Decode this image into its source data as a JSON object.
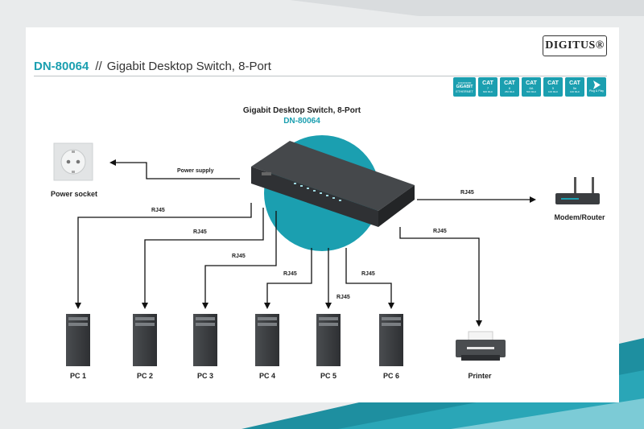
{
  "brand": {
    "logo": "DIGITUS®"
  },
  "header": {
    "model": "DN-80064",
    "separator": "//",
    "title": "Gigabit Desktop Switch, 8-Port"
  },
  "badges": [
    {
      "line1": "GIGABIT",
      "line2": "ETHERNET",
      "line3": "10/100/1000",
      "icon": "gigabit-ethernet-badge"
    },
    {
      "line1": "CAT",
      "line2": "7",
      "line3": "600 MHz",
      "icon": "cat7-badge"
    },
    {
      "line1": "CAT",
      "line2": "6",
      "line3": "250 MHz",
      "icon": "cat6-badge"
    },
    {
      "line1": "CAT",
      "line2": "6A",
      "line3": "500 MHz",
      "icon": "cat6a-badge"
    },
    {
      "line1": "CAT",
      "line2": "5",
      "line3": "100 MHz",
      "icon": "cat5-badge"
    },
    {
      "line1": "CAT",
      "line2": "5e",
      "line3": "100 MHz",
      "icon": "cat5e-badge"
    },
    {
      "line1": "Plug & Play",
      "icon": "plug-and-play-badge"
    }
  ],
  "diagram": {
    "device_title": "Gigabit Desktop Switch, 8-Port",
    "device_model": "DN-80064",
    "power": {
      "label": "Power supply",
      "target": "Power socket"
    },
    "modem": {
      "label": "RJ45",
      "target": "Modem/Router"
    },
    "printer": {
      "label": "RJ45",
      "target": "Printer"
    },
    "pcs": [
      {
        "name": "PC 1",
        "label": "RJ45"
      },
      {
        "name": "PC 2",
        "label": "RJ45"
      },
      {
        "name": "PC 3",
        "label": "RJ45"
      },
      {
        "name": "PC 4",
        "label": "RJ45"
      },
      {
        "name": "PC 5",
        "label": "RJ45"
      },
      {
        "name": "PC 6",
        "label": "RJ45"
      }
    ]
  },
  "colors": {
    "accent": "#1b9fb0",
    "device": "#3a3d40",
    "background": "#e9ebec"
  }
}
